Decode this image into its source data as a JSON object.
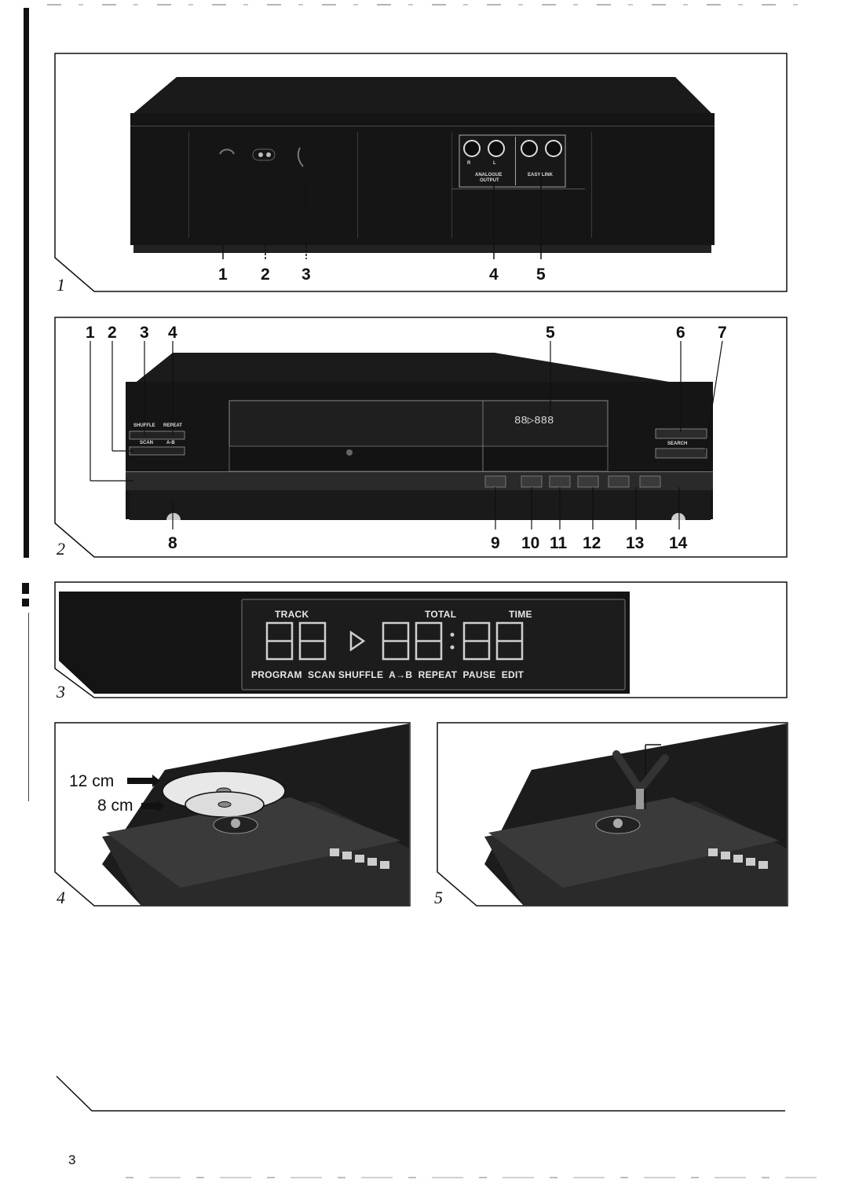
{
  "figures": {
    "fig1": {
      "number": "1",
      "callouts": [
        "1",
        "2",
        "3",
        "4",
        "5"
      ],
      "jack_labels": {
        "r": "R",
        "l": "L",
        "analogue": "ANALOGUE",
        "output": "OUTPUT",
        "easy_link": "EASY LINK"
      }
    },
    "fig2": {
      "number": "2",
      "callouts_top": [
        "1",
        "2",
        "3",
        "4",
        "5",
        "6",
        "7"
      ],
      "callouts_bottom": [
        "8",
        "9",
        "10",
        "11",
        "12",
        "13",
        "14"
      ],
      "button_labels": {
        "shuffle": "SHUFFLE",
        "repeat": "REPEAT",
        "scan": "SCAN",
        "ab": "A-B",
        "search": "SEARCH"
      }
    },
    "fig3": {
      "number": "3",
      "display": {
        "track": "TRACK",
        "total": "TOTAL",
        "time": "TIME",
        "digits": "88▷88:88",
        "indicators": "PROGRAM  SCAN SHUFFLE  A→B  REPEAT  PAUSE  EDIT"
      }
    },
    "fig4": {
      "number": "4",
      "disc_12": "12 cm",
      "disc_8": "8 cm"
    },
    "fig5": {
      "number": "5"
    }
  },
  "page_number": "3",
  "colors": {
    "ink": "#111111",
    "device": "#151515",
    "display_text": "#e8e8e8"
  }
}
